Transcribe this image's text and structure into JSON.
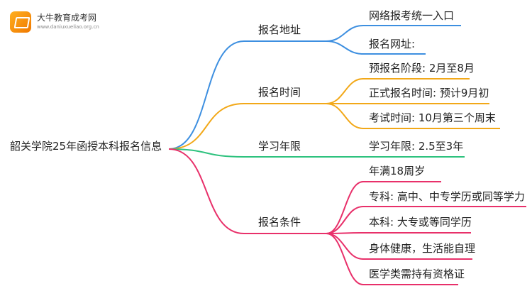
{
  "logo": {
    "name": "大牛教育成考网",
    "url": "www.daniuxueliao.org.cn"
  },
  "root": "韶关学院25年函授本科报名信息",
  "branches": [
    {
      "label": "报名地址",
      "color": "#3d8fe0",
      "leaves": [
        "网络报考统一入口",
        "报名网址:"
      ]
    },
    {
      "label": "报名时间",
      "color": "#f2a818",
      "leaves": [
        "预报名阶段: 2月至8月",
        "正式报名时间: 预计9月初",
        "考试时间: 10月第三个周末"
      ]
    },
    {
      "label": "学习年限",
      "color": "#2ec27e",
      "leaves": [
        "学习年限: 2.5至3年"
      ]
    },
    {
      "label": "报名条件",
      "color": "#e8306a",
      "leaves": [
        "年满18周岁",
        "专科: 高中、中专学历或同等学力",
        "本科: 大专或等同学历",
        "身体健康，生活能自理",
        "医学类需持有资格证"
      ]
    }
  ]
}
